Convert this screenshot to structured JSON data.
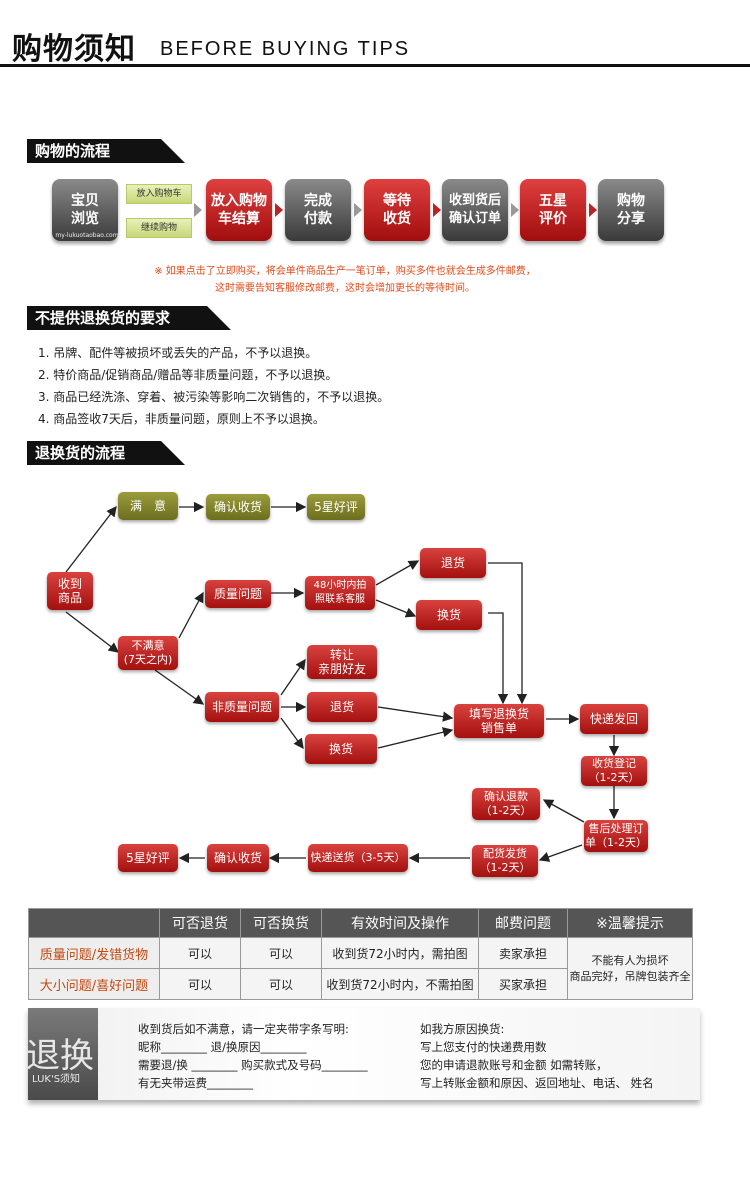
{
  "header": {
    "title": "购物须知",
    "subtitle": "BEFORE BUYING TIPS"
  },
  "sections": {
    "process": "购物的流程",
    "no_return": "不提供退换货的要求",
    "return_process": "退换货的流程"
  },
  "shopping_steps": {
    "step1": "宝贝\n浏览",
    "watermark": "my-lukuotaobao.com",
    "mini1": "放入购物车",
    "mini2": "继续购物",
    "step2": "放入购物\n车结算",
    "step3": "完成\n付款",
    "step4": "等待\n收货",
    "step5": "收到货后\n确认订单",
    "step6": "五星\n评价",
    "step7": "购物\n分享"
  },
  "notes": {
    "line1": "※ 如果点击了立即购买，将会单件商品生产一笔订单，购买多件也就会生成多件邮费，",
    "line2": "这时需要告知客服修改邮费，这时会增加更长的等待时间。"
  },
  "rules": [
    "1. 吊牌、配件等被损坏或丢失的产品，不予以退换。",
    "2. 特价商品/促销商品/赠品等非质量问题，不予以退换。",
    "3. 商品已经洗涤、穿着、被污染等影响二次销售的，不予以退换。",
    "4. 商品签收7天后，非质量问题，原则上不予以退换。"
  ],
  "flow": {
    "receive": "收到\n商品",
    "satisfied": "满　意",
    "confirm1": "确认收货",
    "five_star1": "5星好评",
    "unsatisfied": "不满意\n(7天之内)",
    "quality": "质量问题",
    "photo": "48小时内拍\n照联系客服",
    "refund1": "退货",
    "exchange1": "换货",
    "non_quality": "非质量问题",
    "transfer": "转让\n亲朋好友",
    "refund2": "退货",
    "exchange2": "换货",
    "fill_form": "填写退换货\n销售单",
    "express": "快递发回",
    "receive_reg": "收货登记\n（1-2天）",
    "after_sale": "售后处理订\n单（1-2天）",
    "confirm_refund": "确认退款\n（1-2天）",
    "ship": "配货发货\n（1-2天）",
    "deliver": "快递送货（3-5天）",
    "confirm2": "确认收货",
    "five_star2": "5星好评"
  },
  "table": {
    "headers": [
      "",
      "可否退货",
      "可否换货",
      "有效时间及操作",
      "邮费问题",
      "※温馨提示"
    ],
    "rows": [
      [
        "质量问题/发错货物",
        "可以",
        "可以",
        "收到货72小时内，需拍图",
        "卖家承担"
      ],
      [
        "大小问题/喜好问题",
        "可以",
        "可以",
        "收到货72小时内，不需拍图",
        "买家承担"
      ]
    ],
    "tip": "不能有人为损坏\n商品完好，吊牌包装齐全"
  },
  "footer": {
    "logo_big": "退换",
    "logo_small": "LUK'S须知",
    "left": [
      "收到货后如不满意，请一定夹带字条写明:",
      "昵称________ 退/换原因________",
      "需要退/换 ________ 购买款式及号码________",
      "有无夹带运费________"
    ],
    "right": [
      "如我方原因换货:",
      "写上您支付的快递费用数",
      "您的申请退款账号和金额 如需转账，",
      "写上转账金额和原因、返回地址、电话、 姓名"
    ]
  }
}
